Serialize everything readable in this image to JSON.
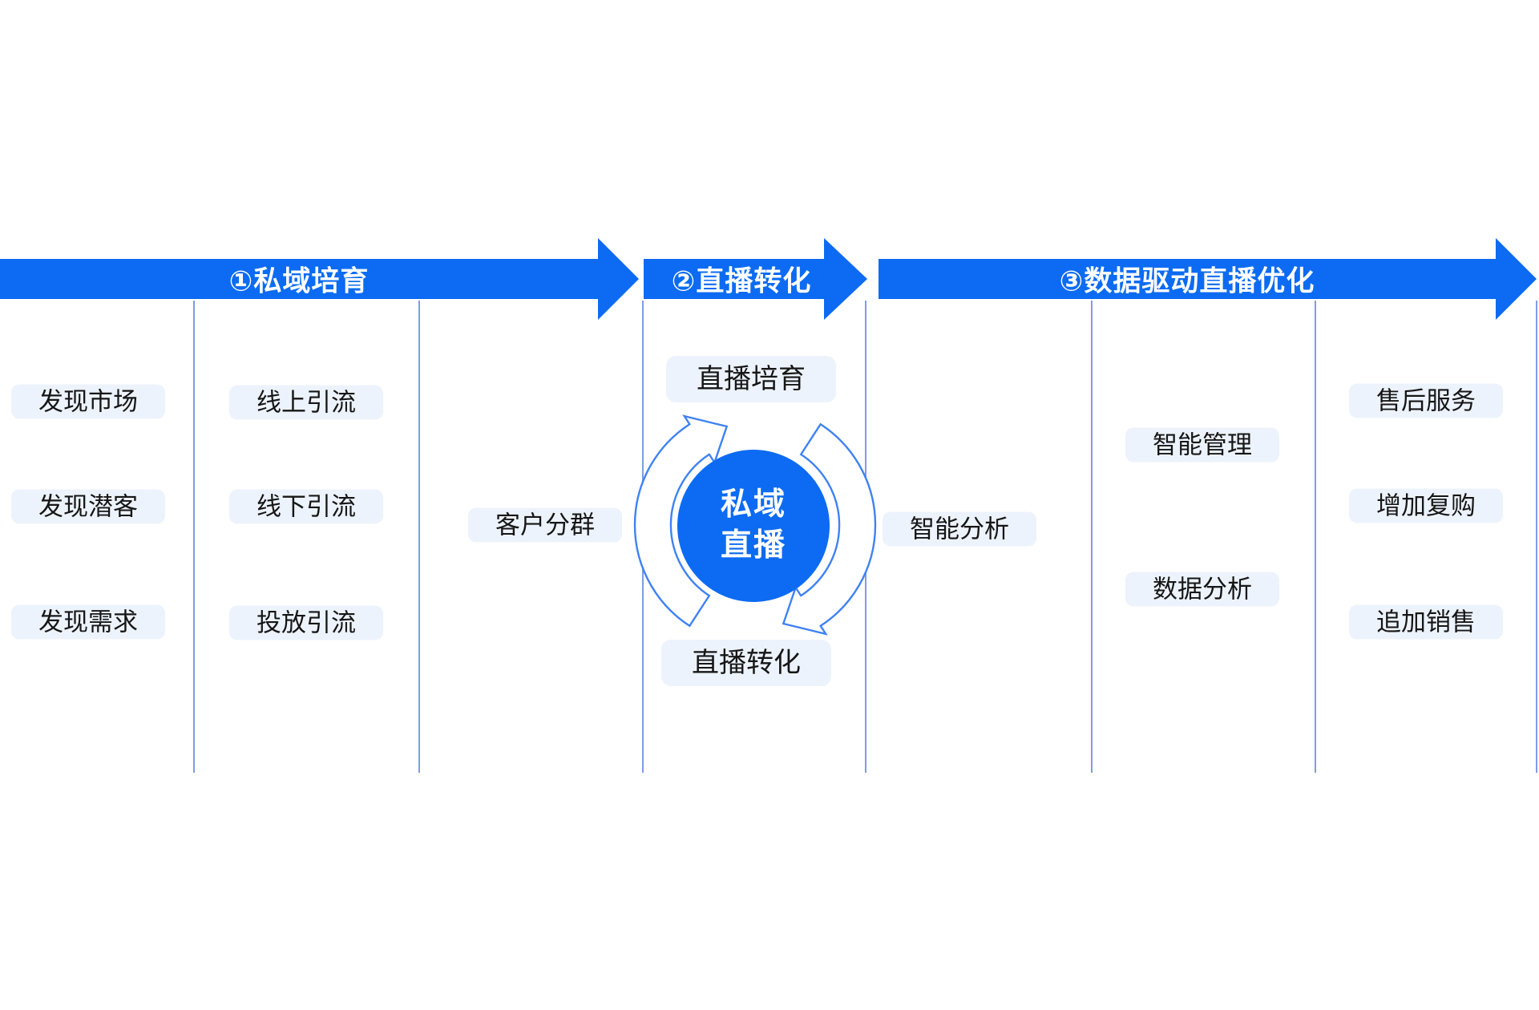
{
  "banners": [
    {
      "label": "①私域培育"
    },
    {
      "label": "②直播转化"
    },
    {
      "label": "③数据驱动直播优化"
    }
  ],
  "columns": [
    {
      "items": [
        "发现市场",
        "发现潜客",
        "发现需求"
      ]
    },
    {
      "items": [
        "线上引流",
        "线下引流",
        "投放引流"
      ]
    },
    {
      "items": [
        "客户分群"
      ]
    },
    {
      "items": [
        "直播培育",
        "直播转化"
      ]
    },
    {
      "items": [
        "智能分析"
      ]
    },
    {
      "items": [
        "智能管理",
        "数据分析"
      ]
    },
    {
      "items": [
        "售后服务",
        "增加复购",
        "追加销售"
      ]
    }
  ],
  "circle": {
    "line1": "私域",
    "line2": "直播"
  },
  "icons": [
    "right-arrow-banner-icon",
    "cycle-arrow-icon"
  ],
  "colors": {
    "banner_blue": "#0c6bf2",
    "circle_blue": "#0c6bf2",
    "box_bg": "#edf3fc",
    "divider": "#7e9ce6",
    "arc_stroke": "#3f82f2",
    "text_dark": "#161616",
    "text_white": "#ffffff"
  }
}
